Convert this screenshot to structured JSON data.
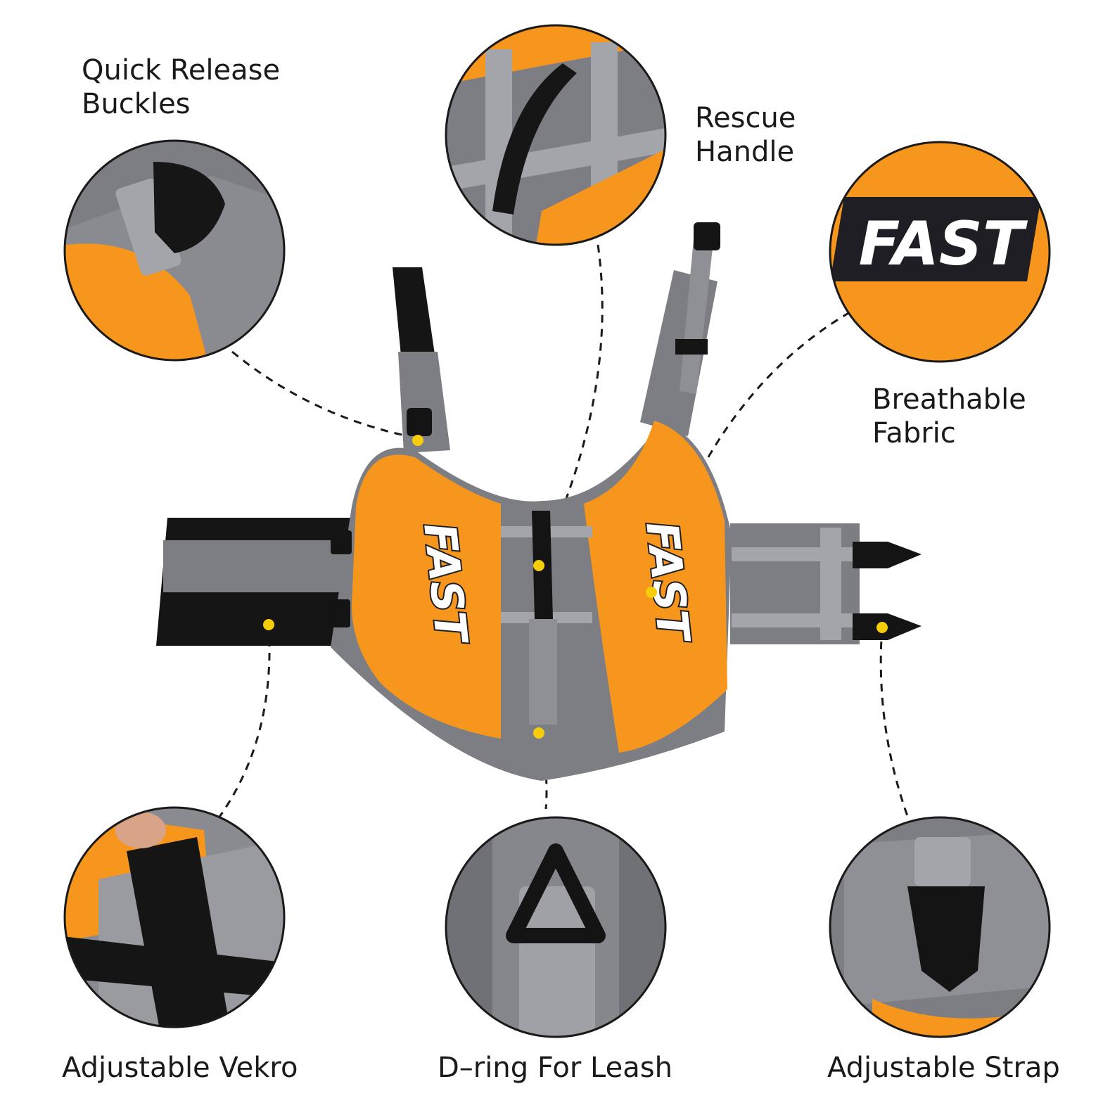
{
  "labels": {
    "quick_release": [
      "Quick Release",
      "Buckles"
    ],
    "rescue_handle": [
      "Rescue",
      "Handle"
    ],
    "breathable": [
      "Breathable",
      "Fabric"
    ],
    "vekro": "Adjustable Vekro",
    "d_ring": "D–ring For Leash",
    "strap": "Adjustable Strap"
  },
  "brand": {
    "logo_text": "FAST"
  },
  "colors": {
    "orange": "#f7961c",
    "grey": "#7d7e84",
    "dark_grey": "#5a5b60",
    "black": "#141414",
    "dot": "#f5cd0a",
    "callout_line": "#1a1a1a"
  }
}
